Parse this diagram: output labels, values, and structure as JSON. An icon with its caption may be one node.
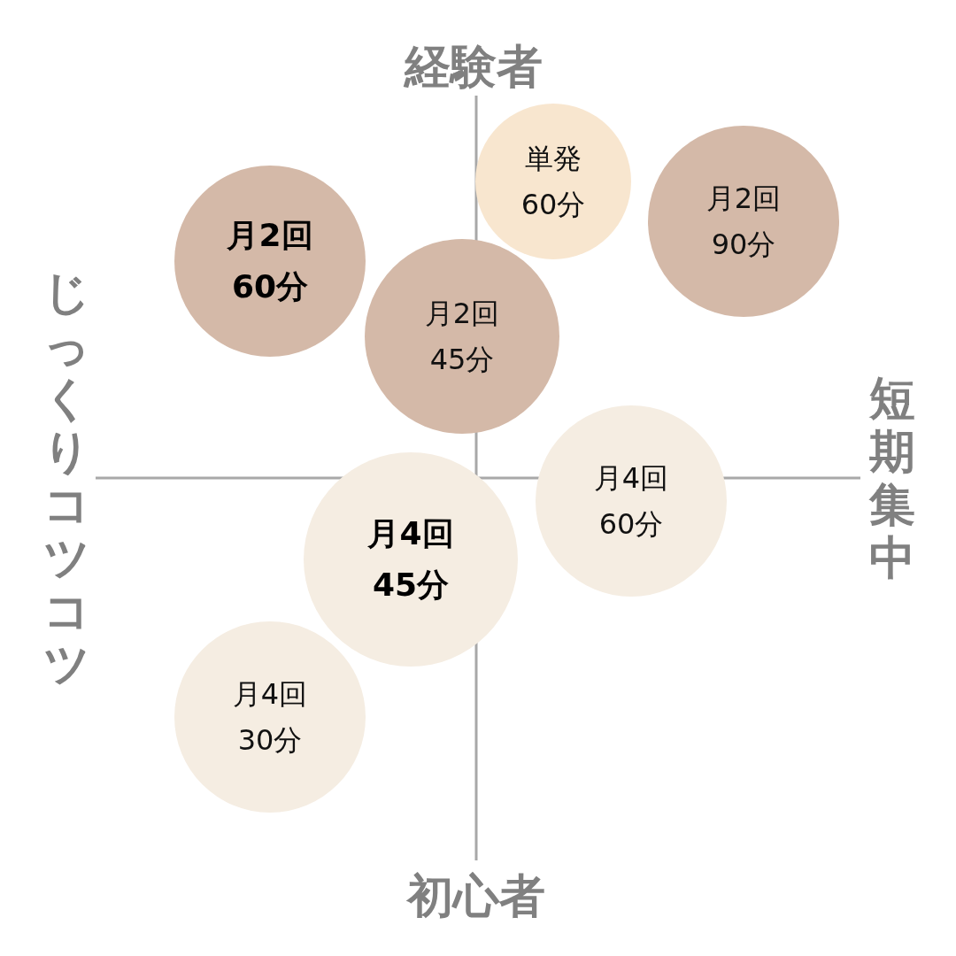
{
  "diagram": {
    "nodes": [
      {
        "text": [
          "単発",
          "60分"
        ]
      },
      {
        "text": [
          "月2回",
          "90分"
        ]
      },
      {
        "text": [
          "月2回",
          "60分"
        ]
      },
      {
        "text": [
          "月2回",
          "45分"
        ]
      },
      {
        "text": [
          "月4回",
          "60分"
        ]
      },
      {
        "text": [
          "月4回",
          "45分"
        ]
      },
      {
        "text": [
          "月4回",
          "30分"
        ]
      }
    ],
    "labels": [
      "経験者",
      "じっくりコツコツ",
      "短期集中",
      "初心者"
    ]
  }
}
